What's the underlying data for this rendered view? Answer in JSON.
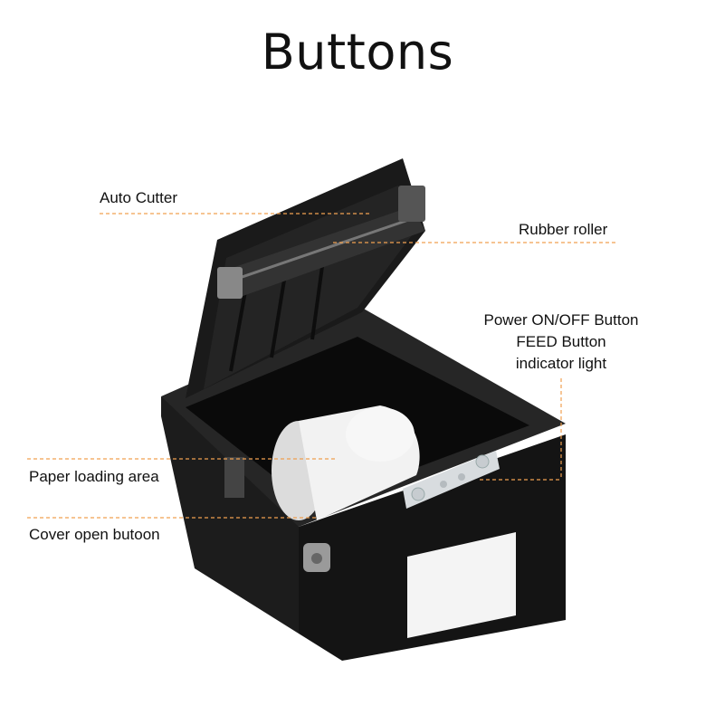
{
  "title": "Buttons",
  "labels": {
    "auto_cutter": "Auto Cutter",
    "rubber_roller": "Rubber roller",
    "power_button": "Power ON/OFF Button",
    "feed_button": "FEED Button",
    "indicator_light": "indicator light",
    "paper_loading_area": "Paper loading area",
    "cover_open_button": "Cover open butoon"
  },
  "colors": {
    "leader_line": "#f0a050",
    "printer_body": "#161616",
    "paper_roll": "#f2f2f2",
    "text": "#111111"
  }
}
